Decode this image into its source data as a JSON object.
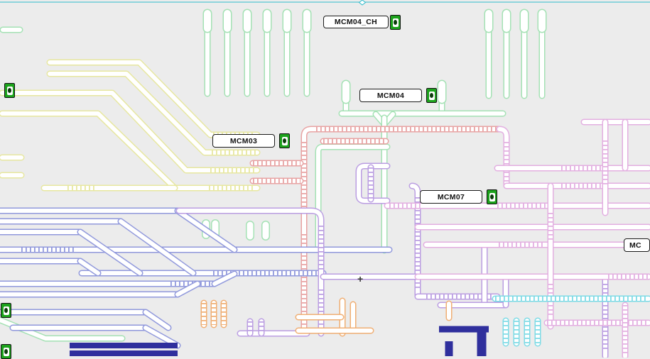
{
  "canvas": {
    "background": "#ececec"
  },
  "selection_guide": {
    "color": "#2fbccc"
  },
  "labels": [
    {
      "text": "MCM04_CH"
    },
    {
      "text": "MCM04"
    },
    {
      "text": "MCM03"
    },
    {
      "text": "MCM07"
    },
    {
      "text": "MC"
    }
  ],
  "indicator_button": {
    "fill": "#1ca21c",
    "border": "#101010",
    "status": "green"
  },
  "crosshair": {
    "glyph": "+"
  },
  "track_colors": {
    "yellow": "#e7e7a0",
    "green": "#a5e2b5",
    "red": "#e8a3a3",
    "blue": "#9199dc",
    "purple": "#bb9ee2",
    "pink": "#e3afe1",
    "orange": "#f0af74",
    "cyan": "#7edbe6",
    "navy": "#2f2f9d"
  }
}
